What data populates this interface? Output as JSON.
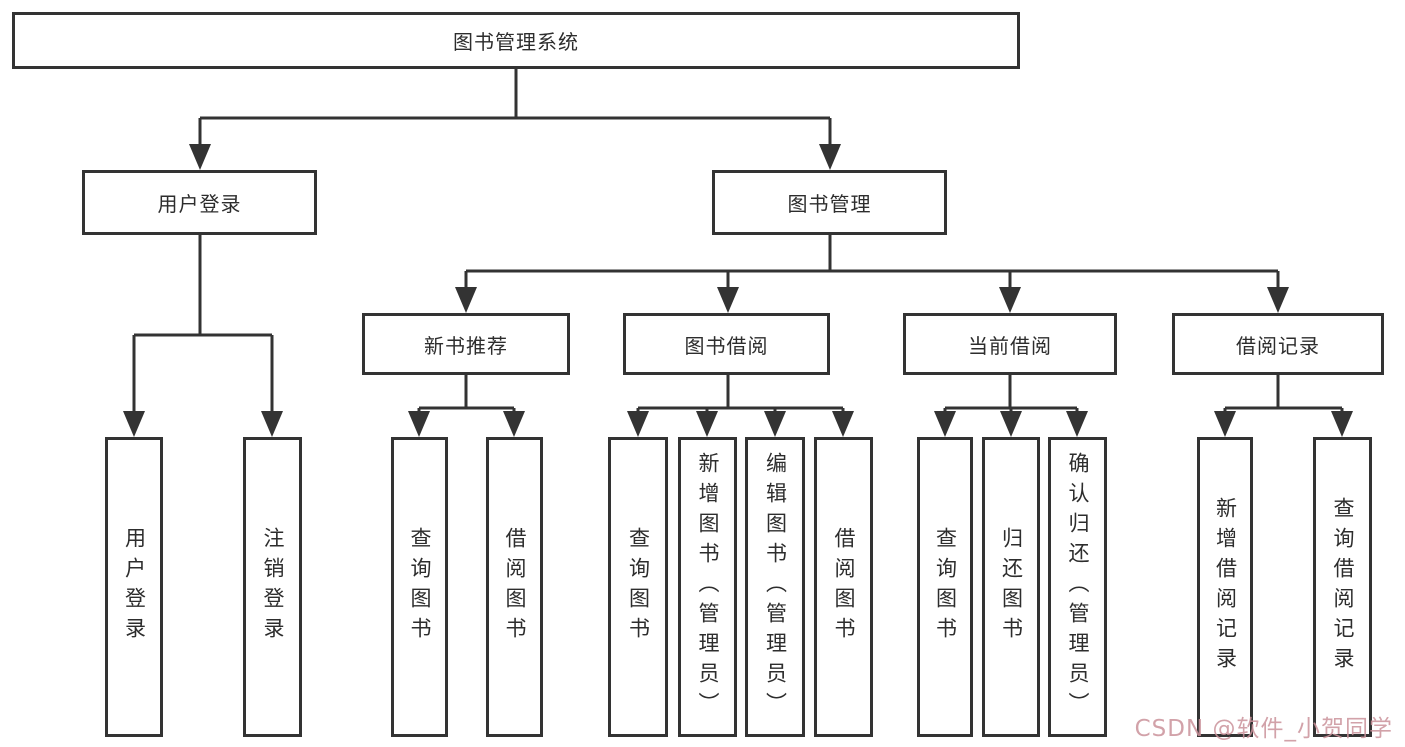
{
  "colors": {
    "line": "#333333",
    "box_border": "#333333",
    "text": "#2d2d2d",
    "background": "#ffffff",
    "watermark": "#cb929b"
  },
  "diagram": {
    "title": "图书管理系统",
    "branches": {
      "user_login": {
        "label": "用户登录",
        "children": [
          "用户登录",
          "注销登录"
        ]
      },
      "book_management": {
        "label": "图书管理",
        "sections": {
          "new_book_recommend": {
            "label": "新书推荐",
            "children": [
              "查询图书",
              "借阅图书"
            ]
          },
          "book_borrow": {
            "label": "图书借阅",
            "children": [
              "查询图书",
              "新增图书（管理员）",
              "编辑图书（管理员）",
              "借阅图书"
            ]
          },
          "current_borrow": {
            "label": "当前借阅",
            "children": [
              "查询图书",
              "归还图书",
              "确认归还（管理员）"
            ]
          },
          "borrow_record": {
            "label": "借阅记录",
            "children": [
              "新增借阅记录",
              "查询借阅记录"
            ]
          }
        }
      }
    }
  },
  "watermark": {
    "text": "CSDN @软件_小贺同学"
  }
}
